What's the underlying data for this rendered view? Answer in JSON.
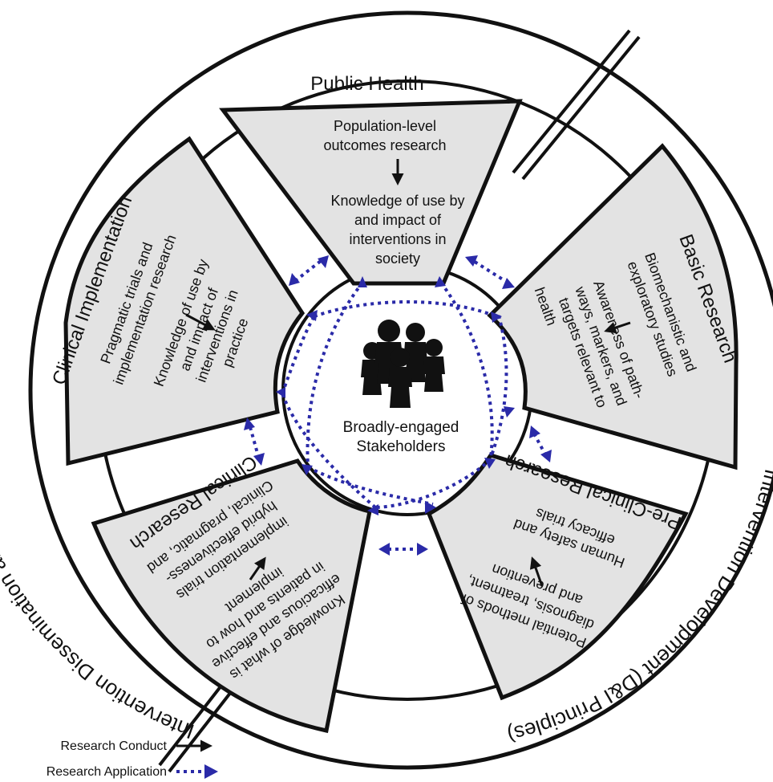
{
  "outer_ring": {
    "left_label": "Intervention Dissemination and Implementation (D&I Sciences)",
    "right_label": "Intervention Development (D&I Principles)"
  },
  "segments": {
    "public_health": {
      "title": "Public Health",
      "line1": "Population-level",
      "line2": "outcomes research",
      "line3": "Knowledge of use by",
      "line4": "and impact of",
      "line5": "interventions in",
      "line6": "society"
    },
    "basic_research": {
      "title": "Basic Research",
      "line1": "Biomechanistic and",
      "line2": "exploratory  studies",
      "line3": "Awareness of path-",
      "line4": "ways, markers, and",
      "line5": "targets relevant to",
      "line6": "health"
    },
    "pre_clinical": {
      "title": "Pre-Clinical Research",
      "line1": "Human safety and",
      "line2": "efficacy trials",
      "line3": "Potential methods of",
      "line4": "diagnosis, treatment,",
      "line5": "and prevention"
    },
    "clinical_research": {
      "title": "Clinical Research",
      "line1": "Clinical, pragmatic, and",
      "line2": "hybrid effectiveness-",
      "line3": "implementation trials",
      "line4": "Knowledge of what is",
      "line5": "efficacious and effective",
      "line6": "in patients  and how to",
      "line7": "implement"
    },
    "clinical_implementation": {
      "title": "Clinical Implementation",
      "line1": "Pragmatic trials and",
      "line2": "implementation  research",
      "line3": "Knowledge of use by",
      "line4": "and impact of",
      "line5": "interventions in",
      "line6": "practice"
    }
  },
  "center": {
    "line1": "Broadly-engaged",
    "line2": "Stakeholders"
  },
  "legend": {
    "conduct_label": "Research Conduct",
    "application_label": "Research Application"
  },
  "colors": {
    "segment_fill": "#e3e3e3",
    "stroke": "#111111",
    "application_arrow": "#2a2aa8"
  },
  "icons": [
    "people-group-icon",
    "research-conduct-arrow-icon",
    "research-application-arrow-icon"
  ]
}
